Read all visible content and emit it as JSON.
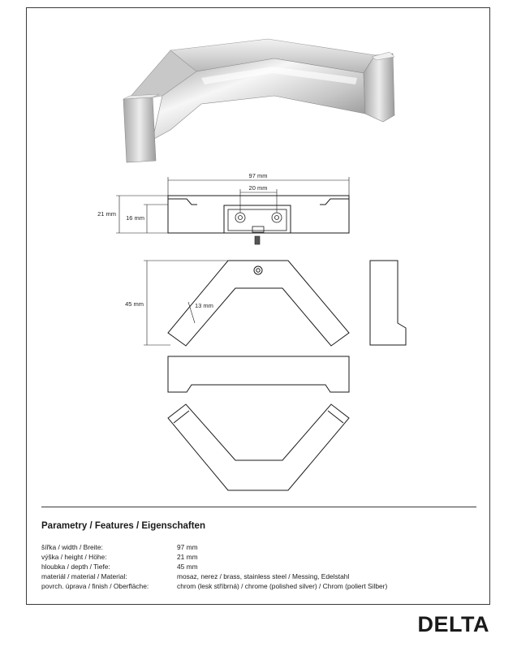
{
  "drawing": {
    "dim_width": "97 mm",
    "dim_hole_spacing": "20 mm",
    "dim_height": "21 mm",
    "dim_inner_height": "16 mm",
    "dim_depth": "45 mm",
    "dim_arm": "13 mm"
  },
  "params": {
    "title": "Parametry / Features / Eigenschaften",
    "rows": [
      {
        "label": "šířka / width / Breite:",
        "value": "97 mm"
      },
      {
        "label": "výška / height / Höhe:",
        "value": "21 mm"
      },
      {
        "label": "hloubka / depth / Tiefe:",
        "value": "45 mm"
      },
      {
        "label": "materiál / material / Material:",
        "value": "mosaz, nerez / brass, stainless steel / Messing, Edelstahl"
      },
      {
        "label": "povrch. úprava / finish / Oberfläche:",
        "value": "chrom (lesk stříbrná) / chrome (polished silver) / Chrom (poliert Silber)"
      }
    ]
  },
  "brand": "DELTA",
  "colors": {
    "line": "#3a3a3a",
    "chrome_light": "#f4f4f4",
    "chrome_dark": "#8a8a8a"
  }
}
